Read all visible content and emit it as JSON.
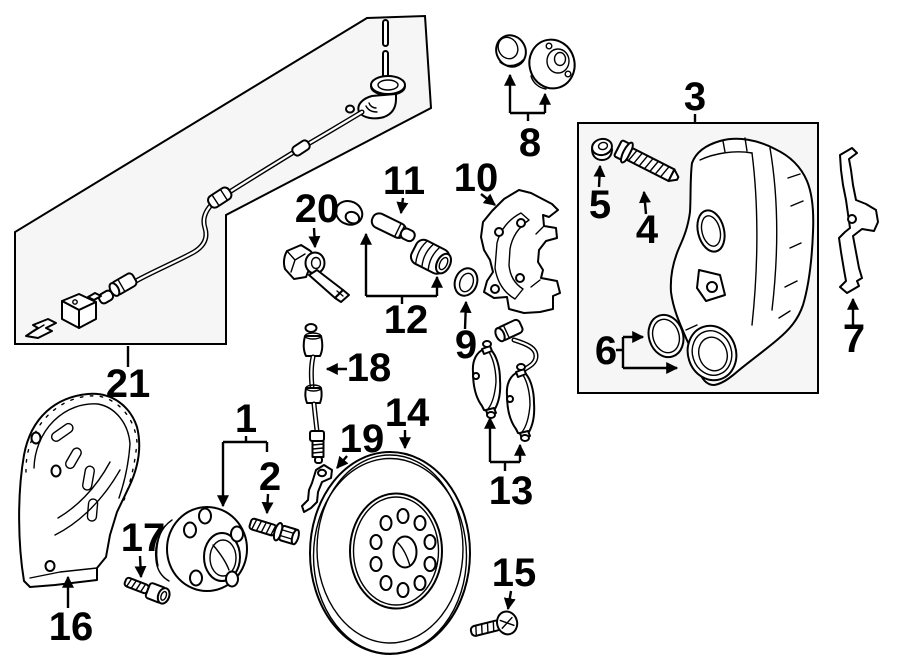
{
  "colors": {
    "background": "#ffffff",
    "line": "#000000",
    "panel_fill": "#f6f6f6"
  },
  "callouts": [
    {
      "label": "1",
      "part": "wheel-hub-assembly"
    },
    {
      "label": "2",
      "part": "wheel-bolt"
    },
    {
      "label": "3",
      "part": "caliper-kit-box"
    },
    {
      "label": "4",
      "part": "caliper-mount-bolt"
    },
    {
      "label": "5",
      "part": "cap-nut"
    },
    {
      "label": "6",
      "part": "piston-seal-and-boot"
    },
    {
      "label": "7",
      "part": "retaining-spring"
    },
    {
      "label": "8",
      "part": "bushing-and-seal"
    },
    {
      "label": "9",
      "part": "o-ring"
    },
    {
      "label": "10",
      "part": "caliper-bracket"
    },
    {
      "label": "11",
      "part": "guide-pin"
    },
    {
      "label": "12",
      "part": "guide-sleeve-kit"
    },
    {
      "label": "13",
      "part": "brake-pads"
    },
    {
      "label": "14",
      "part": "brake-rotor"
    },
    {
      "label": "15",
      "part": "rotor-set-screw"
    },
    {
      "label": "16",
      "part": "splash-shield"
    },
    {
      "label": "17",
      "part": "hub-bolt"
    },
    {
      "label": "18",
      "part": "brake-hose"
    },
    {
      "label": "19",
      "part": "hose-bracket"
    },
    {
      "label": "20",
      "part": "abs-speed-sensor"
    },
    {
      "label": "21",
      "part": "sensor-wire-kit-box"
    }
  ]
}
